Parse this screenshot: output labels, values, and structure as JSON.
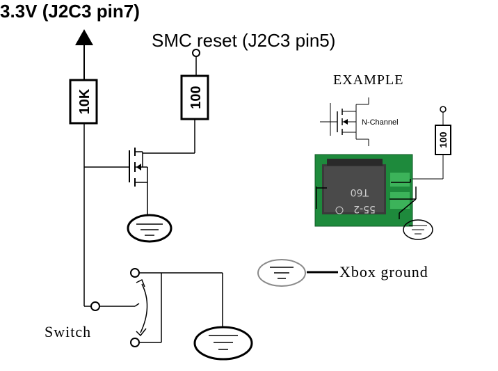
{
  "labels": {
    "supply": "3.3V (J2C3 pin7)",
    "smc_reset": "SMC reset (J2C3 pin5)",
    "resistor_pullup": "10K",
    "resistor_series": "100",
    "example": "EXAMPLE",
    "nchannel": "N-Channel",
    "resistor_example": "100",
    "xbox_ground": "Xbox ground",
    "switch": "Switch"
  },
  "colors": {
    "line": "#000000",
    "board_green": "#1e8a3c",
    "chip_dark": "#3a3a3a",
    "pad_green": "#3cb35a",
    "ellipse_gray": "#8a8a8a"
  },
  "icons": {
    "ground": "ground-icon",
    "arrow": "arrow-up-icon",
    "mosfet": "n-channel-mosfet-icon",
    "switch": "switch-icon"
  }
}
